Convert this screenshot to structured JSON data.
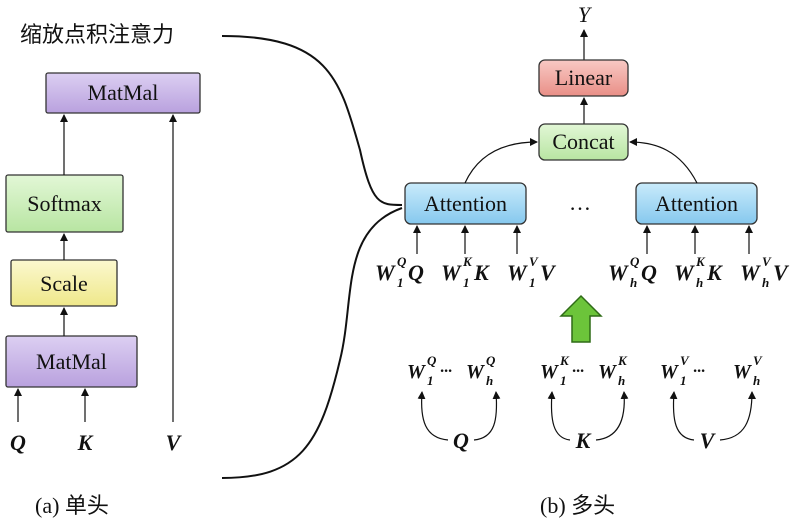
{
  "callout": "缩放点积注意力",
  "single_head": {
    "caption": "(a) 单头",
    "matmul_top": "MatMal",
    "softmax": "Softmax",
    "scale": "Scale",
    "matmul_bottom": "MatMal",
    "inputs": {
      "q": "Q",
      "k": "K",
      "v": "V"
    }
  },
  "multi_head": {
    "caption": "(b) 多头",
    "output": "Y",
    "linear": "Linear",
    "concat": "Concat",
    "attention_left": "Attention",
    "attention_right": "Attention",
    "ellipsis": "…",
    "head1_inputs": [
      {
        "w": "W",
        "sup": "Q",
        "sub": "1",
        "x": "Q"
      },
      {
        "w": "W",
        "sup": "K",
        "sub": "1",
        "x": "K"
      },
      {
        "w": "W",
        "sup": "V",
        "sub": "1",
        "x": "V"
      }
    ],
    "headh_inputs": [
      {
        "w": "W",
        "sup": "Q",
        "sub": "h",
        "x": "Q"
      },
      {
        "w": "W",
        "sup": "K",
        "sub": "h",
        "x": "K"
      },
      {
        "w": "W",
        "sup": "V",
        "sub": "h",
        "x": "V"
      }
    ],
    "weight_groups": [
      {
        "w": "W",
        "sup": "Q",
        "sub_first": "1",
        "dots": "···",
        "sub_last": "h",
        "source": "Q"
      },
      {
        "w": "W",
        "sup": "K",
        "sub_first": "1",
        "dots": "···",
        "sub_last": "h",
        "source": "K"
      },
      {
        "w": "W",
        "sup": "V",
        "sub_first": "1",
        "dots": "···",
        "sub_last": "h",
        "source": "V"
      }
    ]
  },
  "colors": {
    "purple": "#c6b2e6",
    "green": "#c9efb9",
    "yellow": "#f6f1a8",
    "blue": "#9ed6f3",
    "red": "#f2a9a3",
    "arrow_green": "#6cc43a"
  }
}
